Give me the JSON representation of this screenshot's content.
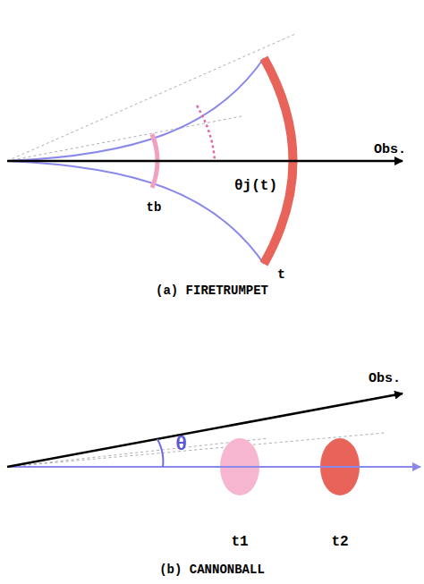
{
  "diagram": {
    "labels": [
      "Obs.",
      "θj(t)",
      "tb",
      "t",
      "(a) FIRETRUMPET",
      "Obs.",
      "θ",
      "t1",
      "t2",
      "(b) CANNONBALL"
    ]
  }
}
